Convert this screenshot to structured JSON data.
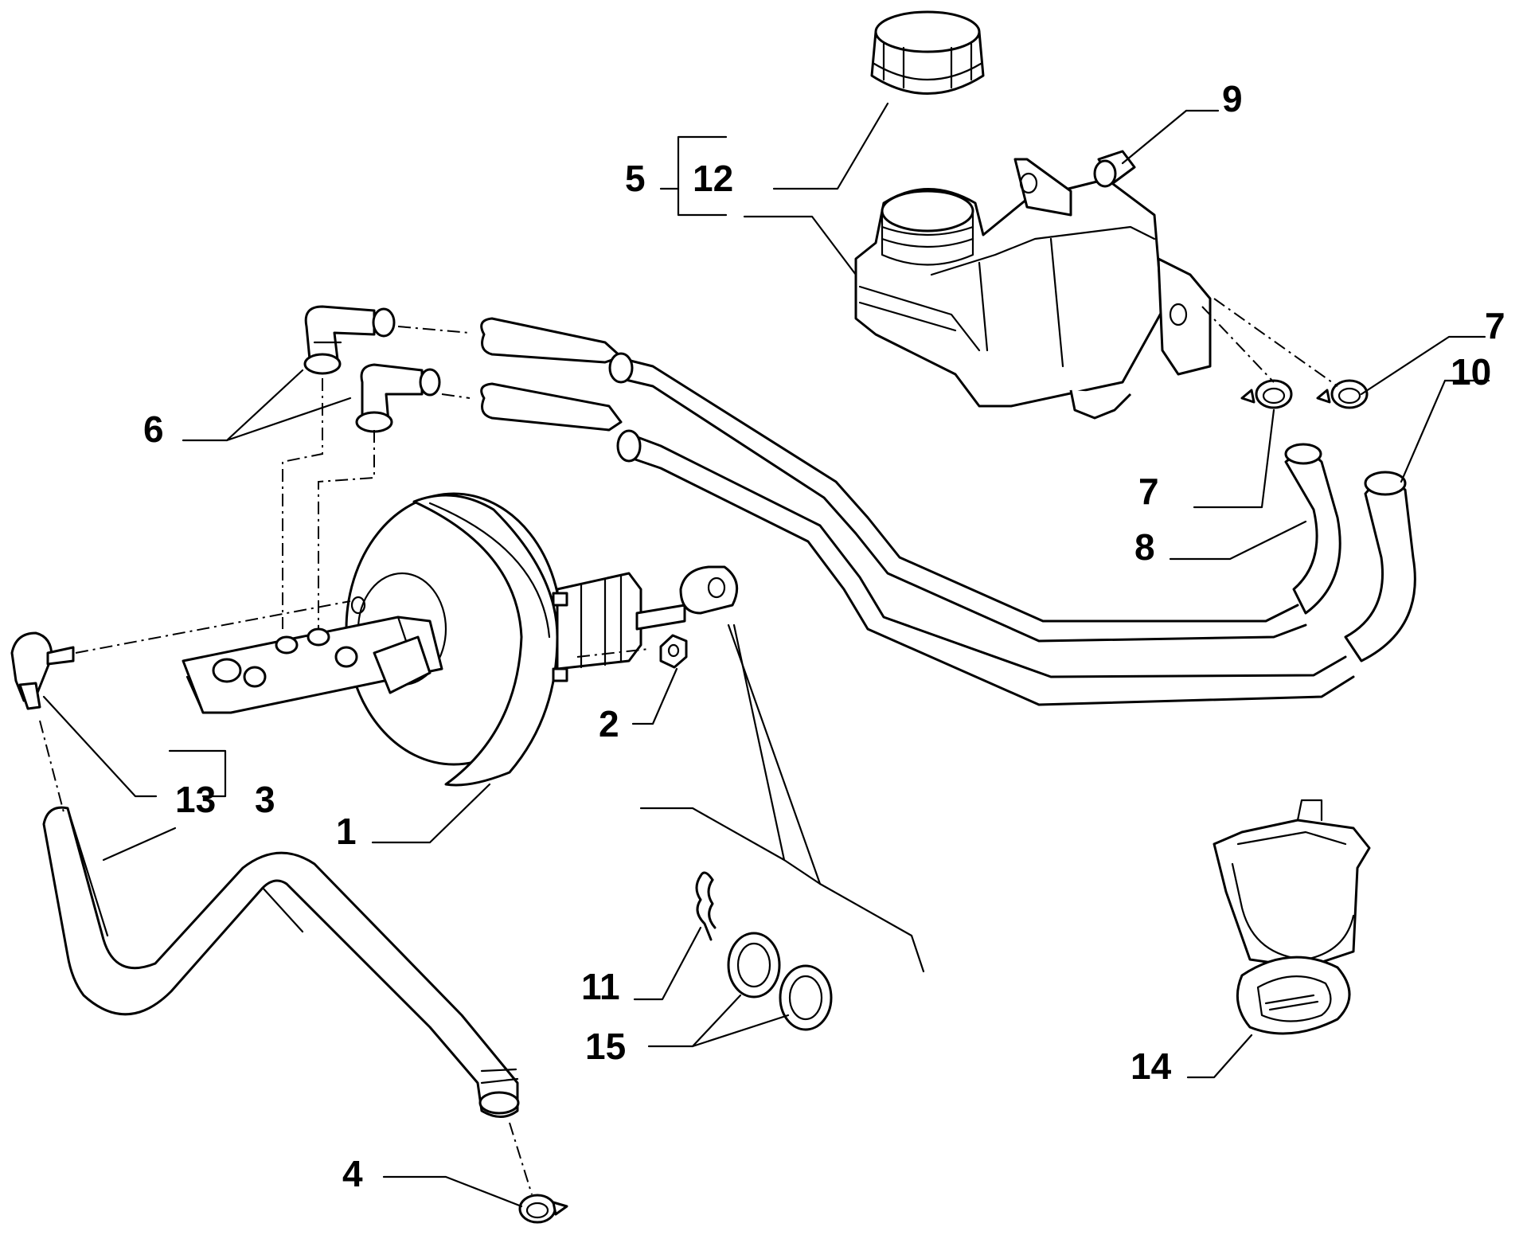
{
  "callouts": [
    {
      "id": "1",
      "text": "1"
    },
    {
      "id": "2",
      "text": "2"
    },
    {
      "id": "3",
      "text": "3"
    },
    {
      "id": "4",
      "text": "4"
    },
    {
      "id": "5",
      "text": "5"
    },
    {
      "id": "6",
      "text": "6"
    },
    {
      "id": "7a",
      "text": "7"
    },
    {
      "id": "7b",
      "text": "7"
    },
    {
      "id": "8",
      "text": "8"
    },
    {
      "id": "9",
      "text": "9"
    },
    {
      "id": "10",
      "text": "10"
    },
    {
      "id": "11",
      "text": "11"
    },
    {
      "id": "12",
      "text": "12"
    },
    {
      "id": "13",
      "text": "13"
    },
    {
      "id": "14",
      "text": "14"
    },
    {
      "id": "15",
      "text": "15"
    }
  ]
}
